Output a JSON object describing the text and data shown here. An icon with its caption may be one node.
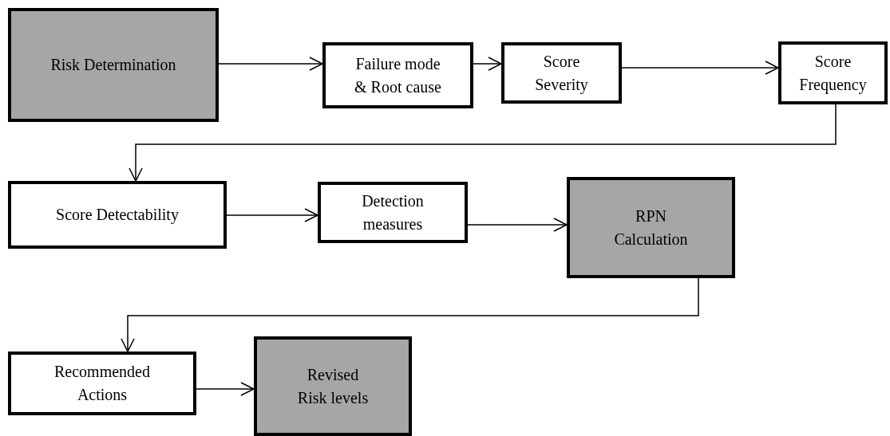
{
  "diagram": {
    "nodes": [
      {
        "text": [
          "Risk Determination"
        ]
      },
      {
        "text": [
          "Failure mode & Root cause"
        ]
      },
      {
        "text": [
          "Score Severity"
        ]
      },
      {
        "text": [
          "Score Frequency"
        ]
      },
      {
        "text": [
          "Score Detectability"
        ]
      },
      {
        "text": [
          "Detection measures"
        ]
      },
      {
        "text": [
          "RPN Calculation"
        ]
      },
      {
        "text": [
          "Recommended Actions"
        ]
      },
      {
        "text": [
          "Revised Risk levels"
        ]
      }
    ],
    "edges": [
      {
        "from": 0,
        "to": 1,
        "arrow": "to"
      },
      {
        "from": 1,
        "to": 2,
        "arrow": "to"
      },
      {
        "from": 2,
        "to": 3,
        "arrow": "to"
      },
      {
        "from": 3,
        "to": 4,
        "arrow": "to"
      },
      {
        "from": 4,
        "to": 5,
        "arrow": "to"
      },
      {
        "from": 5,
        "to": 6,
        "arrow": "to"
      },
      {
        "from": 6,
        "to": 7,
        "arrow": "to"
      },
      {
        "from": 7,
        "to": 8,
        "arrow": "to"
      }
    ]
  }
}
